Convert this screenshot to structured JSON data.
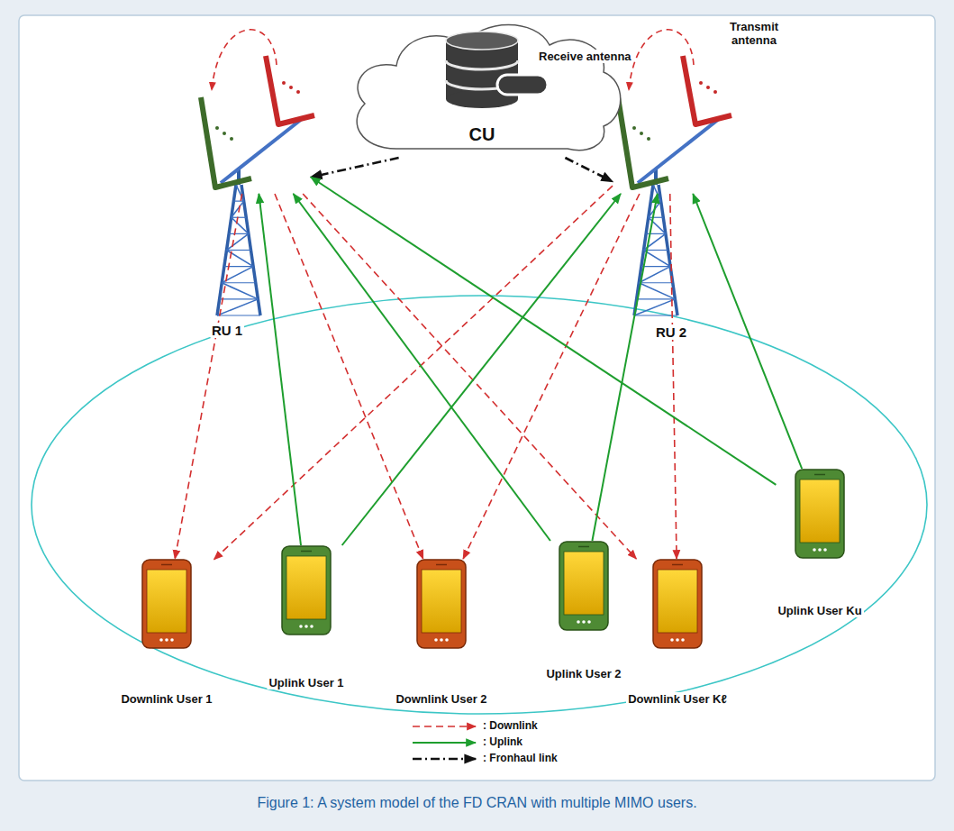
{
  "diagram": {
    "caption": "Figure 1: A system model of the FD CRAN with multiple MIMO users.",
    "nodes": [
      {
        "text": [
          "CU"
        ]
      },
      {
        "text": [
          "RU 1"
        ]
      },
      {
        "text": [
          "RU 2"
        ]
      },
      {
        "text": [
          "Downlink User 1"
        ]
      },
      {
        "text": [
          "Uplink User 1"
        ]
      },
      {
        "text": [
          "Downlink User 2"
        ]
      },
      {
        "text": [
          "Uplink User 2"
        ]
      },
      {
        "text": [
          "Downlink User Kℓ"
        ]
      },
      {
        "text": [
          "Uplink User Ku"
        ]
      }
    ],
    "edges": [
      {
        "from": 0,
        "to": 1,
        "arrow": "to"
      },
      {
        "from": 0,
        "to": 2,
        "arrow": "to"
      },
      {
        "from": 1,
        "to": 3,
        "arrow": "to"
      },
      {
        "from": 1,
        "to": 5,
        "arrow": "to"
      },
      {
        "from": 1,
        "to": 7,
        "arrow": "to"
      },
      {
        "from": 2,
        "to": 3,
        "arrow": "to"
      },
      {
        "from": 2,
        "to": 5,
        "arrow": "to"
      },
      {
        "from": 2,
        "to": 7,
        "arrow": "to"
      },
      {
        "from": 4,
        "to": 1,
        "arrow": "to"
      },
      {
        "from": 4,
        "to": 2,
        "arrow": "to"
      },
      {
        "from": 6,
        "to": 1,
        "arrow": "to"
      },
      {
        "from": 6,
        "to": 2,
        "arrow": "to"
      },
      {
        "from": 8,
        "to": 1,
        "arrow": "to"
      },
      {
        "from": 8,
        "to": 2,
        "arrow": "to"
      }
    ],
    "labels": [
      "Receive antenna",
      "Transmit antenna"
    ],
    "legend": [
      {
        "text": ": Downlink"
      },
      {
        "text": ": Uplink"
      },
      {
        "text": ": Fronhaul link"
      }
    ]
  }
}
